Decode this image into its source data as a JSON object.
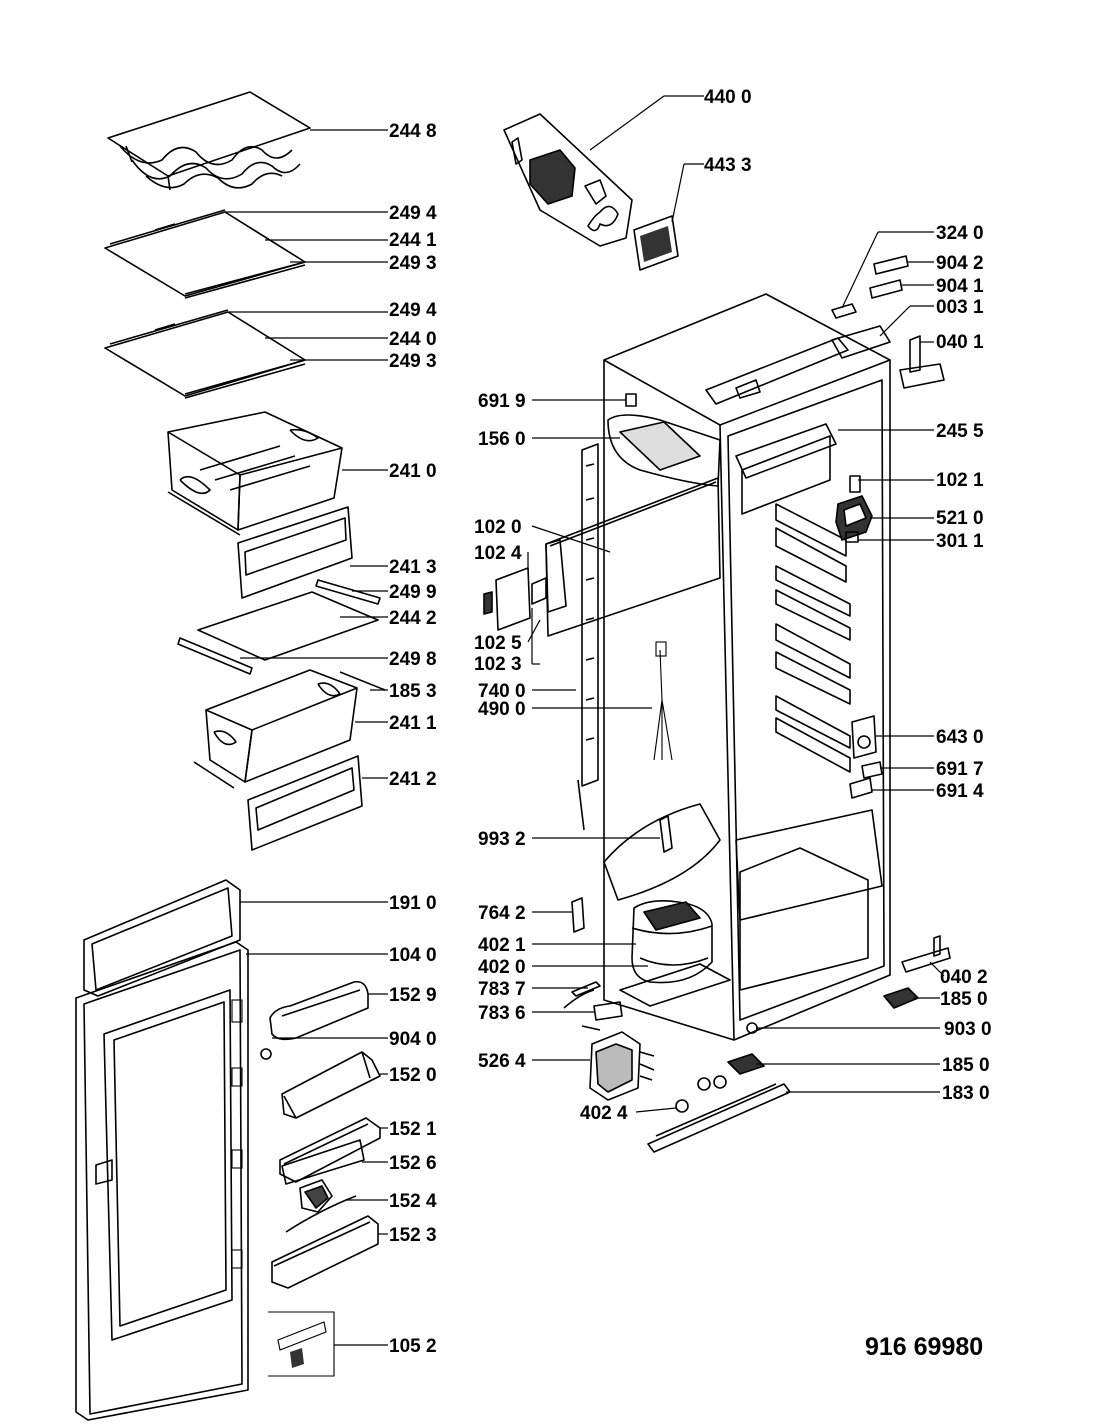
{
  "diagram": {
    "model_code": "916 69980",
    "labels": [
      {
        "id": "l-4400",
        "text": "440 0"
      },
      {
        "id": "l-2448",
        "text": "244 8"
      },
      {
        "id": "l-4433",
        "text": "443 3"
      },
      {
        "id": "l-2494a",
        "text": "249 4"
      },
      {
        "id": "l-2441",
        "text": "244 1"
      },
      {
        "id": "l-2493a",
        "text": "249 3"
      },
      {
        "id": "l-3240",
        "text": "324 0"
      },
      {
        "id": "l-9042",
        "text": "904 2"
      },
      {
        "id": "l-9041",
        "text": "904 1"
      },
      {
        "id": "l-2494b",
        "text": "249 4"
      },
      {
        "id": "l-0031",
        "text": "003 1"
      },
      {
        "id": "l-2440",
        "text": "244 0"
      },
      {
        "id": "l-0401",
        "text": "040 1"
      },
      {
        "id": "l-2493b",
        "text": "249 3"
      },
      {
        "id": "l-6919",
        "text": "691 9"
      },
      {
        "id": "l-2455",
        "text": "245 5"
      },
      {
        "id": "l-1560",
        "text": "156 0"
      },
      {
        "id": "l-2410",
        "text": "241 0"
      },
      {
        "id": "l-1021",
        "text": "102 1"
      },
      {
        "id": "l-5210",
        "text": "521 0"
      },
      {
        "id": "l-1020",
        "text": "102 0"
      },
      {
        "id": "l-3011",
        "text": "301 1"
      },
      {
        "id": "l-1024",
        "text": "102 4"
      },
      {
        "id": "l-2413",
        "text": "241 3"
      },
      {
        "id": "l-2499",
        "text": "249 9"
      },
      {
        "id": "l-2442",
        "text": "244 2"
      },
      {
        "id": "l-1025",
        "text": "102 5"
      },
      {
        "id": "l-1023",
        "text": "102 3"
      },
      {
        "id": "l-2498",
        "text": "249 8"
      },
      {
        "id": "l-7400",
        "text": "740 0"
      },
      {
        "id": "l-1853",
        "text": "185 3"
      },
      {
        "id": "l-4900",
        "text": "490 0"
      },
      {
        "id": "l-2411",
        "text": "241 1"
      },
      {
        "id": "l-6430",
        "text": "643 0"
      },
      {
        "id": "l-6917",
        "text": "691 7"
      },
      {
        "id": "l-2412",
        "text": "241 2"
      },
      {
        "id": "l-6914",
        "text": "691 4"
      },
      {
        "id": "l-9932",
        "text": "993 2"
      },
      {
        "id": "l-1910",
        "text": "191 0"
      },
      {
        "id": "l-7642",
        "text": "764 2"
      },
      {
        "id": "l-4021",
        "text": "402 1"
      },
      {
        "id": "l-1040",
        "text": "104 0"
      },
      {
        "id": "l-4020",
        "text": "402 0"
      },
      {
        "id": "l-0402",
        "text": "040 2"
      },
      {
        "id": "l-7837",
        "text": "783 7"
      },
      {
        "id": "l-1529",
        "text": "152 9"
      },
      {
        "id": "l-1850a",
        "text": "185 0"
      },
      {
        "id": "l-7836",
        "text": "783 6"
      },
      {
        "id": "l-9030",
        "text": "903 0"
      },
      {
        "id": "l-9040",
        "text": "904 0"
      },
      {
        "id": "l-5264",
        "text": "526 4"
      },
      {
        "id": "l-1850b",
        "text": "185 0"
      },
      {
        "id": "l-1520",
        "text": "152 0"
      },
      {
        "id": "l-1830",
        "text": "183 0"
      },
      {
        "id": "l-4024",
        "text": "402 4"
      },
      {
        "id": "l-1521",
        "text": "152 1"
      },
      {
        "id": "l-1526",
        "text": "152 6"
      },
      {
        "id": "l-1524",
        "text": "152 4"
      },
      {
        "id": "l-1523",
        "text": "152 3"
      },
      {
        "id": "l-1052",
        "text": "105 2"
      }
    ]
  }
}
